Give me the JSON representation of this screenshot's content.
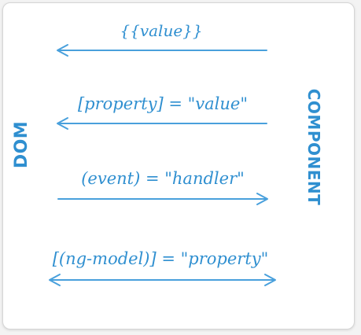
{
  "diagram": {
    "left_label": "DOM",
    "right_label": "COMPONENT",
    "bindings": [
      {
        "text": "{{value}}",
        "direction": "to-dom"
      },
      {
        "text": "[property] = \"value\"",
        "direction": "to-dom"
      },
      {
        "text": "(event) = \"handler\"",
        "direction": "to-component"
      },
      {
        "text": "[(ng-model)] = \"property\"",
        "direction": "two-way"
      }
    ]
  },
  "colors": {
    "accent": "#2f8fd0",
    "arrow": "#49a0dc",
    "card_background": "#ffffff",
    "page_background": "#f3f3f3"
  }
}
